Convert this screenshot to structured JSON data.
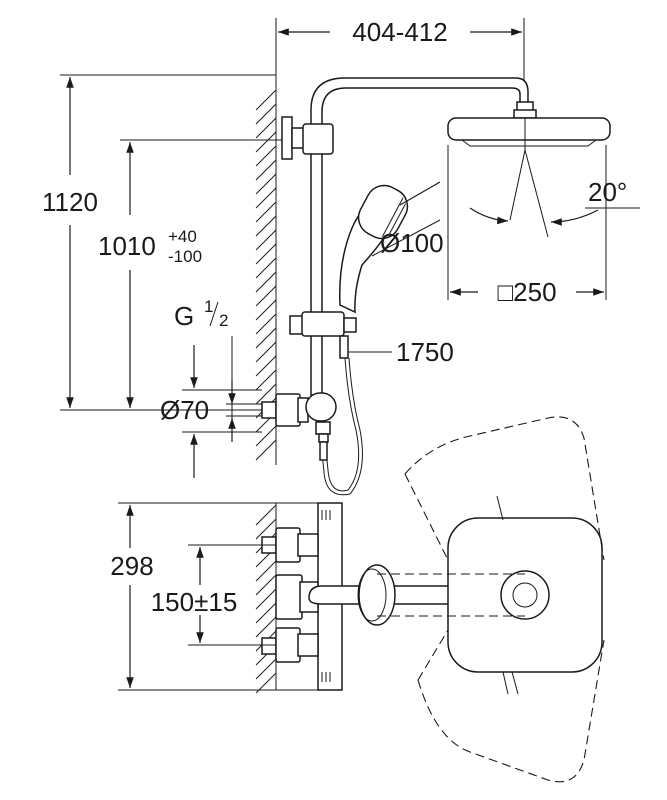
{
  "dimensions": {
    "width_range": "404-412",
    "total_height": "1120",
    "mount_height_main": "1010",
    "mount_height_plus": "+40",
    "mount_height_minus": "-100",
    "handshower_diameter": "Ø100",
    "head_size": "□250",
    "hose_length": "1750",
    "tilt_angle": "20°",
    "thread_g": "G",
    "thread_num": "1",
    "thread_den": "2",
    "flange_diameter": "Ø70",
    "thermostat_height": "298",
    "center_distance": "150±15"
  }
}
